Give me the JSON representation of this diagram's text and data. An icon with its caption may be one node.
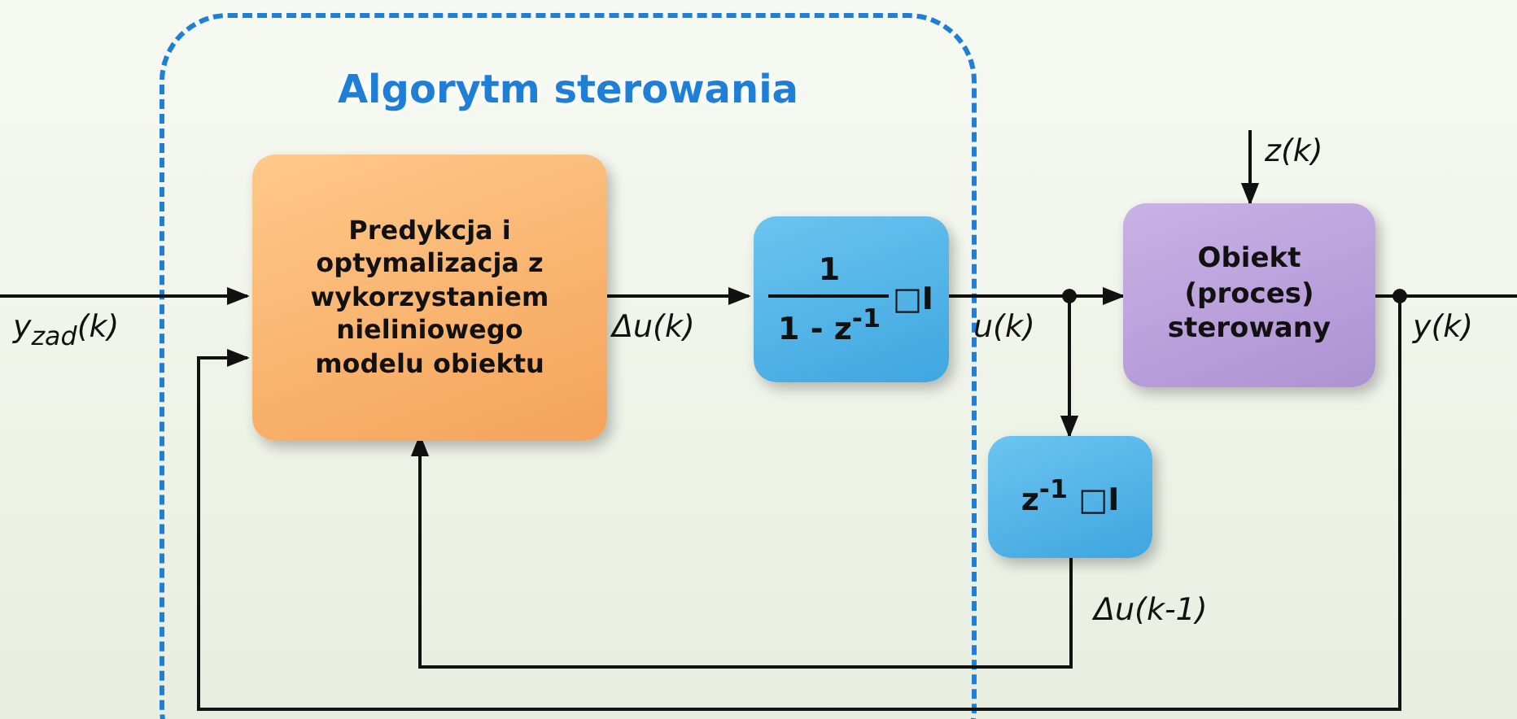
{
  "diagram": {
    "nodes": [
      {
        "text": [
          "Algorytm sterowania"
        ]
      },
      {
        "text": [
          "Predykcja i optymalizacja z wykorzystaniem nieliniowego modelu obiektu"
        ],
        "in": 0
      },
      {
        "text": [
          "1",
          "1 - z$^{-1}$",
          "□I"
        ],
        "in": 0
      },
      {
        "text": [
          "Obiekt (proces) sterowany"
        ]
      },
      {
        "text": [
          "z$^{-1}$ □I"
        ]
      }
    ],
    "edges": [
      {
        "from": null,
        "to": 1,
        "arrow": "to",
        "label": "y$_{zad}$(k)"
      },
      {
        "from": 1,
        "to": 2,
        "arrow": "to",
        "label": "Δu(k)"
      },
      {
        "from": 2,
        "to": 3,
        "arrow": "to",
        "label": "u(k)"
      },
      {
        "from": 2,
        "to": 4,
        "arrow": "to"
      },
      {
        "from": null,
        "to": 3,
        "arrow": "to",
        "label": "z(k)"
      },
      {
        "from": 3,
        "to": null,
        "arrow": "none",
        "label": "y(k)"
      },
      {
        "from": 3,
        "to": 1,
        "arrow": "to"
      },
      {
        "from": 4,
        "to": 1,
        "arrow": "to",
        "label": "Δu(k-1)"
      }
    ]
  }
}
